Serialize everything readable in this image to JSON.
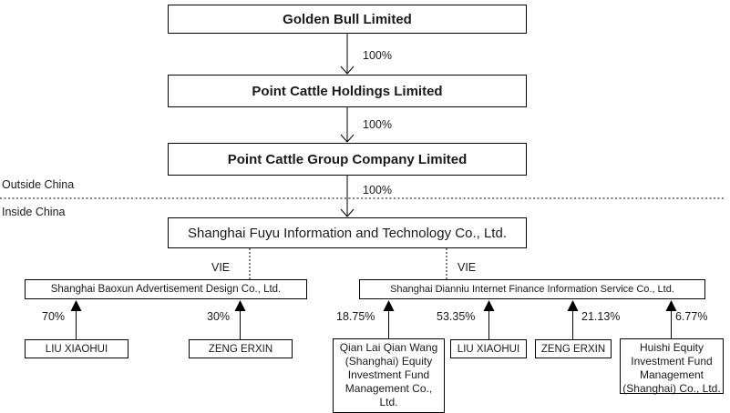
{
  "regions": {
    "outside_china": "Outside China",
    "inside_china": "Inside China"
  },
  "nodes": {
    "golden_bull": {
      "label": "Golden Bull Limited"
    },
    "point_cattle_holdings": {
      "label": "Point Cattle Holdings Limited"
    },
    "point_cattle_group": {
      "label": "Point Cattle Group Company Limited"
    },
    "shanghai_fuyu": {
      "label": "Shanghai Fuyu Information and Technology Co., Ltd."
    },
    "shanghai_baoxun": {
      "label": "Shanghai Baoxun Advertisement Design Co., Ltd."
    },
    "shanghai_dianniu": {
      "label": "Shanghai Dianniu Internet Finance Information Service Co., Ltd."
    },
    "liu_xiaohui_left": {
      "label": "LIU XIAOHUI"
    },
    "zeng_erxin_left": {
      "label": "ZENG ERXIN"
    },
    "qian_lai_qian_wang": {
      "label": "Qian Lai Qian Wang\n(Shanghai) Equity\nInvestment Fund\nManagement Co.,\nLtd."
    },
    "liu_xiaohui_right": {
      "label": "LIU XIAOHUI"
    },
    "zeng_erxin_right": {
      "label": "ZENG ERXIN"
    },
    "huishi": {
      "label": "Huishi Equity\nInvestment Fund\nManagement\n(Shanghai) Co., Ltd."
    }
  },
  "edges": {
    "golden_to_holdings": {
      "label": "100%"
    },
    "holdings_to_group": {
      "label": "100%"
    },
    "group_to_fuyu": {
      "label": "100%"
    },
    "fuyu_to_baoxun": {
      "label": "VIE"
    },
    "fuyu_to_dianniu": {
      "label": "VIE"
    },
    "liu_left_to_baoxun": {
      "label": "70%"
    },
    "zeng_left_to_baoxun": {
      "label": "30%"
    },
    "qianlai_to_dianniu": {
      "label": "18.75%"
    },
    "liu_right_to_dianniu": {
      "label": "53.35%"
    },
    "zeng_right_to_dianniu": {
      "label": "21.13%"
    },
    "huishi_to_dianniu": {
      "label": "6.77%"
    }
  },
  "colors": {
    "line": "#000000",
    "text": "#1a1a1a",
    "background": "#ffffff"
  }
}
